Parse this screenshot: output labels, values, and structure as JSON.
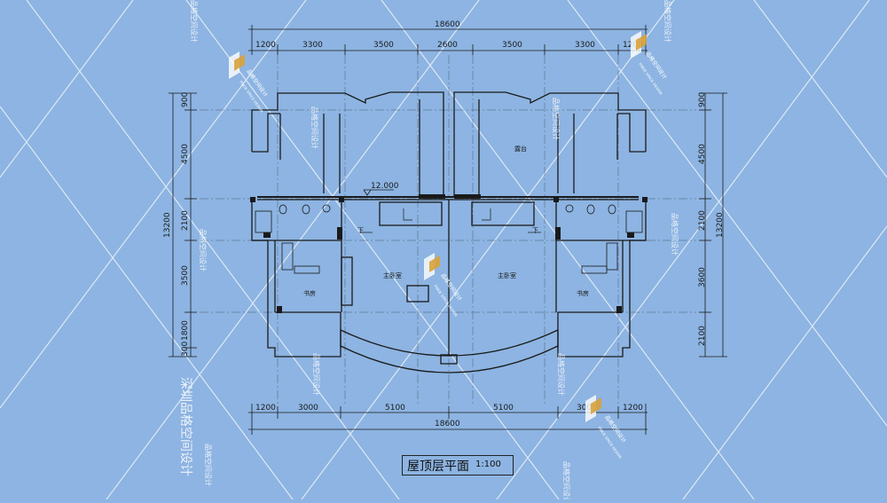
{
  "drawing": {
    "title": "屋顶层平面",
    "scale": "1:100",
    "top_total": "18600",
    "bottom_total": "18600",
    "top_dims": [
      "1200",
      "3300",
      "3500",
      "2600",
      "3500",
      "3300",
      "1200"
    ],
    "bottom_dims": [
      "1200",
      "3000",
      "5100",
      "5100",
      "3000",
      "1200"
    ],
    "left_total": "13200",
    "right_total": "13200",
    "left_dims": [
      "900",
      "4500",
      "2100",
      "3500",
      "1800",
      "300"
    ],
    "right_dims": [
      "900",
      "4500",
      "2100",
      "3600",
      "2100"
    ],
    "elevation": "12.000",
    "rooms": {
      "terrace": "露台",
      "master_left": "主卧室",
      "master_right": "主卧室",
      "study_left": "书房",
      "study_right": "书房",
      "down_left": "下",
      "down_right": "下"
    }
  },
  "watermark": {
    "vertical_text": "深圳品格空间设计",
    "logo_line1": "品格空间设计",
    "logo_line2": "PINGE SPACE DESIGN",
    "small_text": "品格空间设计"
  },
  "colors": {
    "background": "#8db4e2",
    "lines": "#1a1a1a",
    "watermark": "#ffffff"
  }
}
